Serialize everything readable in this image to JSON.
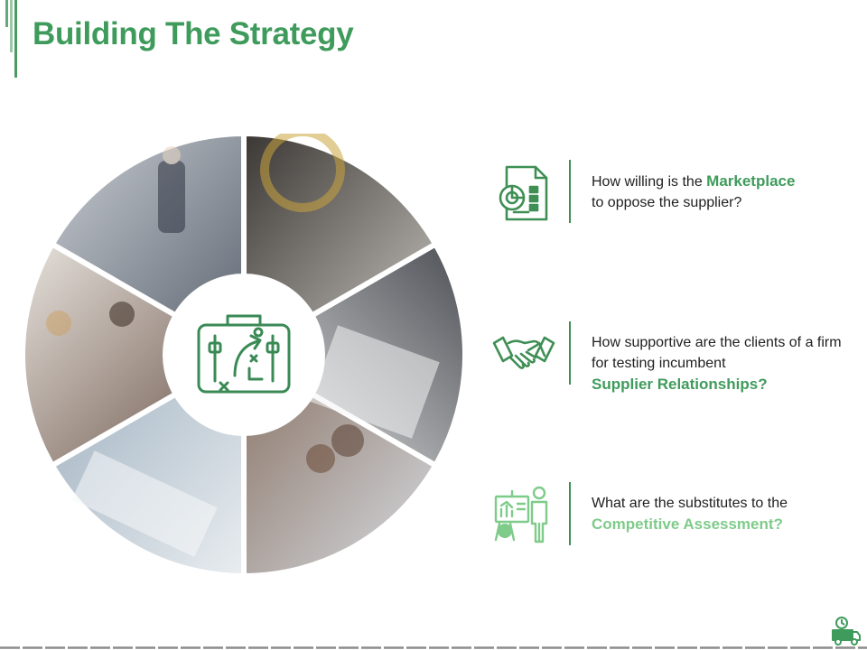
{
  "slide": {
    "title": "Building The Strategy"
  },
  "items": [
    {
      "pre": "How willing is the ",
      "keyword": "Marketplace",
      "post": "to oppose the supplier?",
      "icon": "report-chart-icon"
    },
    {
      "pre": "How supportive are the clients of a firm for testing incumbent",
      "keyword": "Supplier Relationships?",
      "icon": "handshake-icon"
    },
    {
      "pre": "What are the substitutes to the",
      "keyword": "Competitive Assessment?",
      "icon": "presentation-board-icon"
    }
  ],
  "wheel": {
    "center_icon": "strategy-briefcase-icon",
    "segments": 6
  },
  "colors": {
    "accent": "#3f9b5c",
    "accent_light": "#7ecb8a",
    "divider": "#3f8f55"
  }
}
